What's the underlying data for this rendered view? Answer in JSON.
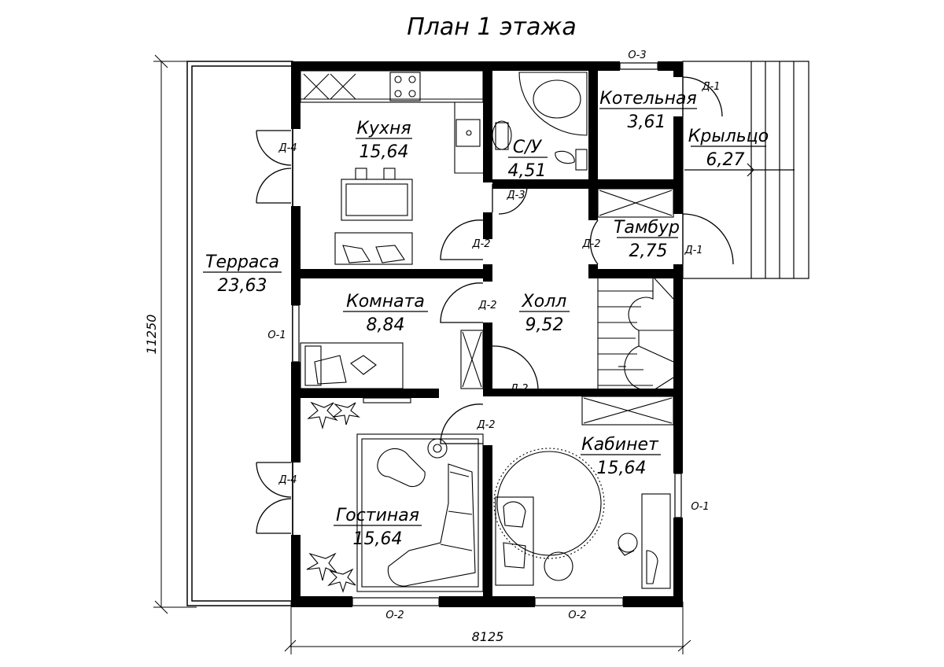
{
  "title": "План 1 этажа",
  "dimensions": {
    "width": "8125",
    "height": "11250"
  },
  "rooms": [
    {
      "name": "Кухня",
      "area": "15,64"
    },
    {
      "name": "С/У",
      "area": "4,51"
    },
    {
      "name": "Котельная",
      "area": "3,61"
    },
    {
      "name": "Крыльцо",
      "area": "6,27"
    },
    {
      "name": "Тамбур",
      "area": "2,75"
    },
    {
      "name": "Терраса",
      "area": "23,63"
    },
    {
      "name": "Комната",
      "area": "8,84"
    },
    {
      "name": "Холл",
      "area": "9,52"
    },
    {
      "name": "Кабинет",
      "area": "15,64"
    },
    {
      "name": "Гостиная",
      "area": "15,64"
    }
  ],
  "doors": [
    "Д-4",
    "Д-4",
    "Д-3",
    "Д-2",
    "Д-2",
    "Д-2",
    "Д-2",
    "Д-2",
    "Д-1",
    "Д-1"
  ],
  "windows": [
    "О-3",
    "О-1",
    "О-1",
    "О-2",
    "О-2"
  ],
  "colors": {
    "wall": "#000000",
    "line": "#000000",
    "background": "#ffffff"
  }
}
